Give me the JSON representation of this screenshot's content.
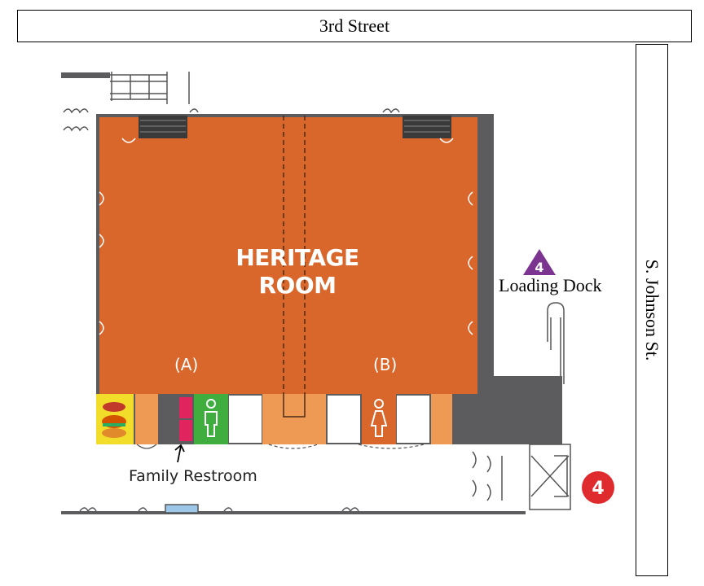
{
  "streets": {
    "top": "3rd Street",
    "right": "S. Johnson St."
  },
  "room": {
    "title_line1": "HERITAGE",
    "title_line2": "ROOM",
    "section_a": "(A)",
    "section_b": "(B)"
  },
  "labels": {
    "loading_dock": "Loading Dock",
    "family_restroom": "Family Restroom"
  },
  "markers": {
    "dock_marker": "4",
    "entrance_marker": "4"
  },
  "icons": {
    "mens_restroom": "man-icon",
    "womens_restroom": "woman-icon",
    "food": "food-icon"
  },
  "colors": {
    "room": "#d9672b",
    "wall": "#5c5c5e",
    "corridor": "#ee9a55",
    "mens": "#3fae3f",
    "womens": "#d9672b",
    "family": "#e0245e",
    "dock_marker": "#7b3590",
    "entrance_marker": "#e02b2e"
  }
}
